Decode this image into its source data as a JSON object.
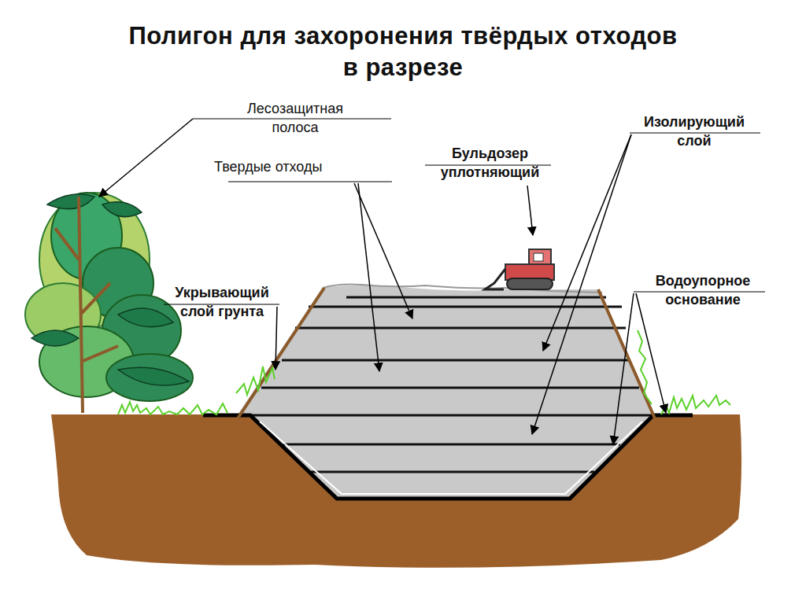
{
  "diagram": {
    "title": "Полигон для захоронения твёрдых отходов в разрезе",
    "labels": [
      "Лесозащитная полоса",
      "Твердые отходы",
      "Бульдозер уплотняющий",
      "Изолирующий слой",
      "Укрывающий слой грунта",
      "Водоупорное основание"
    ]
  }
}
